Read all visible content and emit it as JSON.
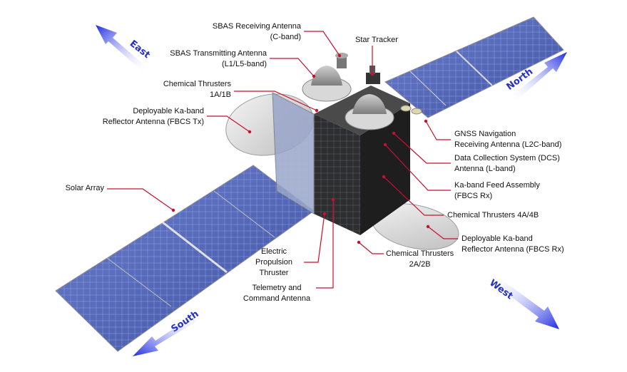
{
  "labels": {
    "sbas_rx": [
      "SBAS Receiving Antenna",
      "(C-band)"
    ],
    "star_tracker": [
      "Star Tracker"
    ],
    "sbas_tx": [
      "SBAS Transmitting Antenna",
      "(L1/L5-band)"
    ],
    "chem_1a1b": [
      "Chemical Thrusters",
      "1A/1B"
    ],
    "ka_tx": [
      "Deployable Ka-band",
      "Reflector Antenna (FBCS Tx)"
    ],
    "gnss": [
      "GNSS Navigation",
      "Receiving Antenna (L2C-band)"
    ],
    "dcs": [
      "Data Collection System (DCS)",
      "Antenna (L-band)"
    ],
    "ka_feed": [
      "Ka-band Feed Assembly",
      "(FBCS Rx)"
    ],
    "solar": [
      "Solar Array"
    ],
    "chem_4a4b": [
      "Chemical Thrusters 4A/4B"
    ],
    "ka_rx": [
      "Deployable Ka-band",
      "Reflector Antenna (FBCS Rx)"
    ],
    "electric": [
      "Electric",
      "Propulsion",
      "Thruster"
    ],
    "chem_2a2b": [
      "Chemical Thrusters",
      "2A/2B"
    ],
    "telemetry": [
      "Telemetry and",
      "Command Antenna"
    ]
  },
  "directions": {
    "east": "East",
    "north": "North",
    "west": "West",
    "south": "South"
  },
  "colors": {
    "leader_line": "#c8102e",
    "arrow_blue": "#2a35d8",
    "panel_blue": "#5a6fc0",
    "body_dark": "#2b2b2b"
  }
}
